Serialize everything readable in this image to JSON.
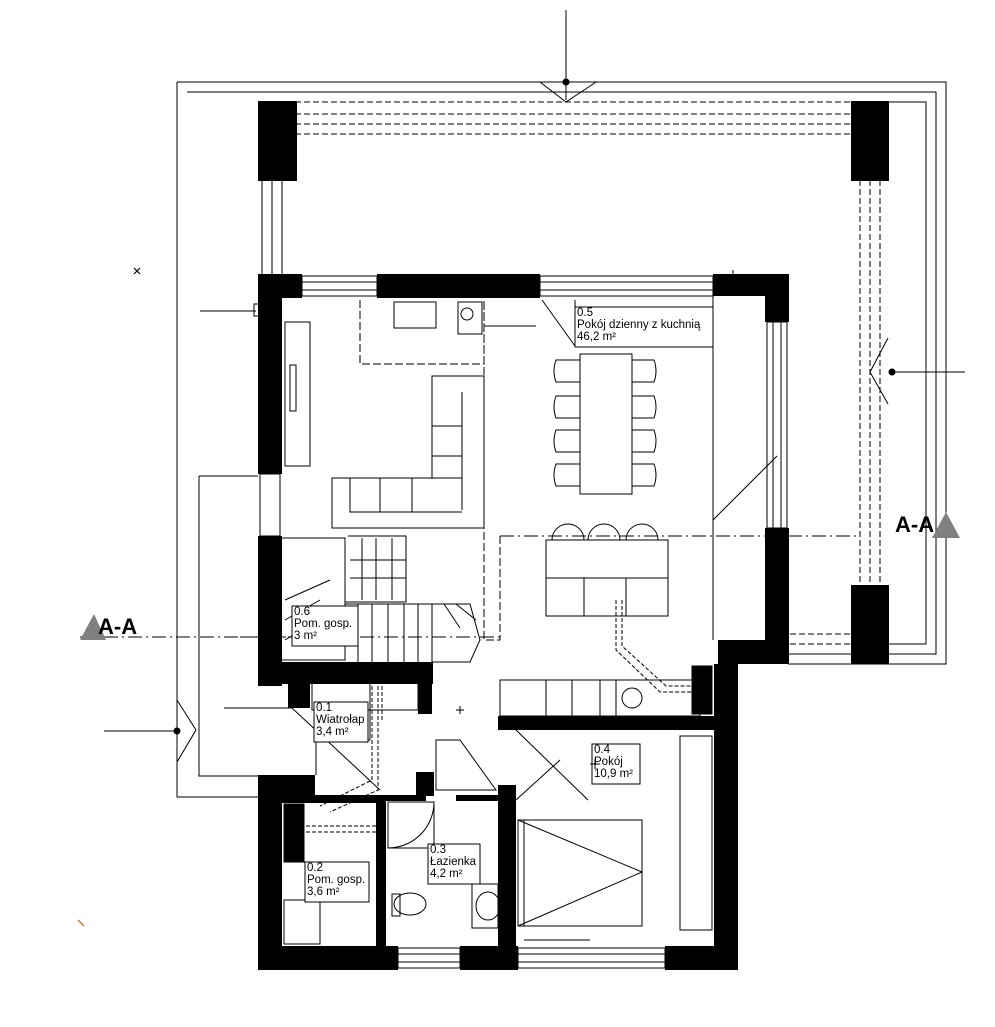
{
  "rooms": [
    {
      "number": "0.5",
      "name": "Pokój dzienny z kuchnią",
      "area": "46,2 m²"
    },
    {
      "number": "0.6",
      "name": "Pom. gosp.",
      "area": "3 m²"
    },
    {
      "number": "0.1",
      "name": "Wiatrołap",
      "area": "3,4 m²"
    },
    {
      "number": "0.4",
      "name": "Pokój",
      "area": "10,9 m²"
    },
    {
      "number": "0.3",
      "name": "Łazienka",
      "area": "4,2 m²"
    },
    {
      "number": "0.2",
      "name": "Pom. gosp.",
      "area": "3,6 m²"
    }
  ],
  "section_marks": {
    "left": "A-A",
    "right": "A-A"
  },
  "colors": {
    "wall": "#000000",
    "line": "#000000",
    "marker": "#808080",
    "accent": "#e07020"
  }
}
